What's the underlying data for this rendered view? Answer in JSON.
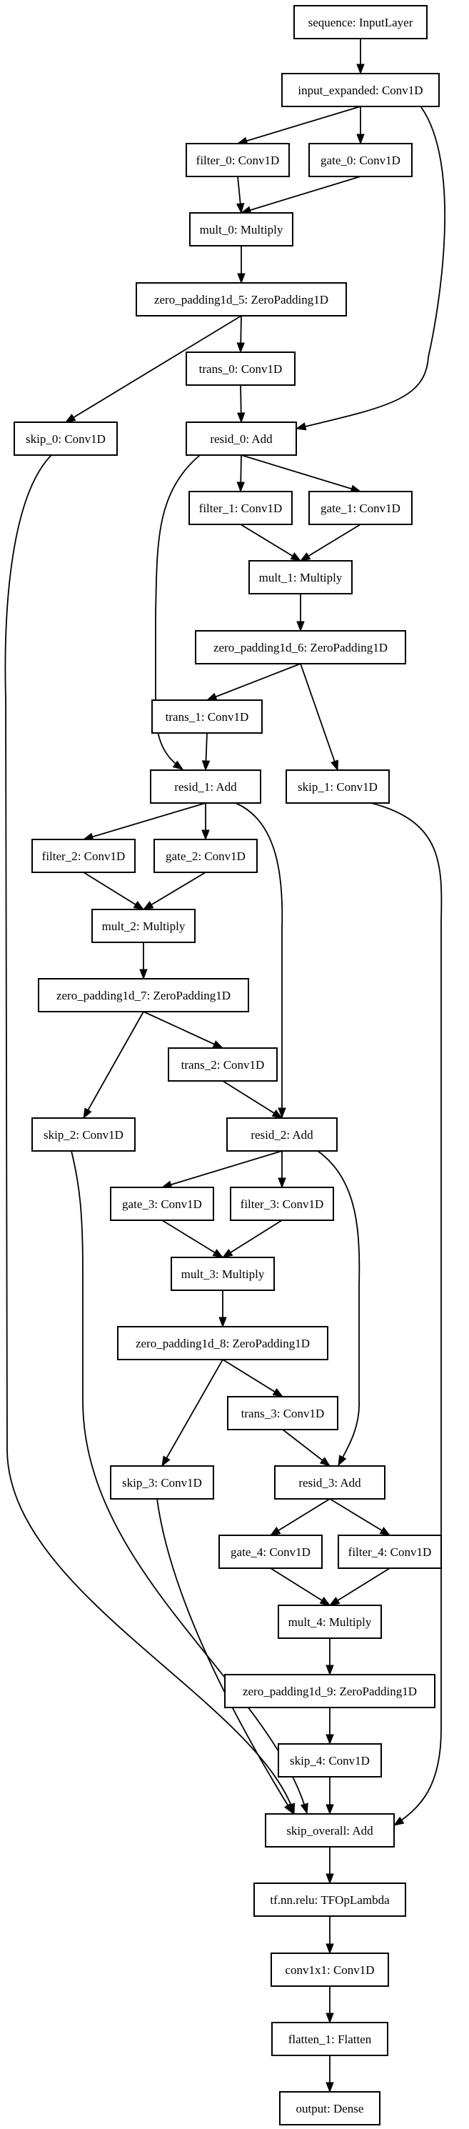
{
  "nodes": {
    "sequence": "sequence: InputLayer",
    "input_expanded": "input_expanded: Conv1D",
    "filter_0": "filter_0: Conv1D",
    "gate_0": "gate_0: Conv1D",
    "mult_0": "mult_0: Multiply",
    "zp5": "zero_padding1d_5: ZeroPadding1D",
    "trans_0": "trans_0: Conv1D",
    "skip_0": "skip_0: Conv1D",
    "resid_0": "resid_0: Add",
    "filter_1": "filter_1: Conv1D",
    "gate_1": "gate_1: Conv1D",
    "mult_1": "mult_1: Multiply",
    "zp6": "zero_padding1d_6: ZeroPadding1D",
    "trans_1": "trans_1: Conv1D",
    "resid_1": "resid_1: Add",
    "skip_1": "skip_1: Conv1D",
    "filter_2": "filter_2: Conv1D",
    "gate_2": "gate_2: Conv1D",
    "mult_2": "mult_2: Multiply",
    "zp7": "zero_padding1d_7: ZeroPadding1D",
    "trans_2": "trans_2: Conv1D",
    "skip_2": "skip_2: Conv1D",
    "resid_2": "resid_2: Add",
    "gate_3": "gate_3: Conv1D",
    "filter_3": "filter_3: Conv1D",
    "mult_3": "mult_3: Multiply",
    "zp8": "zero_padding1d_8: ZeroPadding1D",
    "trans_3": "trans_3: Conv1D",
    "skip_3": "skip_3: Conv1D",
    "resid_3": "resid_3: Add",
    "gate_4": "gate_4: Conv1D",
    "filter_4": "filter_4: Conv1D",
    "mult_4": "mult_4: Multiply",
    "zp9": "zero_padding1d_9: ZeroPadding1D",
    "skip_4": "skip_4: Conv1D",
    "skip_overall": "skip_overall: Add",
    "relu": "tf.nn.relu: TFOpLambda",
    "conv1x1": "conv1x1: Conv1D",
    "flatten_1": "flatten_1: Flatten",
    "output": "output: Dense"
  },
  "edges": [
    [
      "sequence",
      "input_expanded"
    ],
    [
      "input_expanded",
      "filter_0"
    ],
    [
      "input_expanded",
      "gate_0"
    ],
    [
      "input_expanded",
      "resid_0"
    ],
    [
      "filter_0",
      "mult_0"
    ],
    [
      "gate_0",
      "mult_0"
    ],
    [
      "mult_0",
      "zp5"
    ],
    [
      "zp5",
      "trans_0"
    ],
    [
      "zp5",
      "skip_0"
    ],
    [
      "trans_0",
      "resid_0"
    ],
    [
      "skip_0",
      "skip_overall"
    ],
    [
      "resid_0",
      "filter_1"
    ],
    [
      "resid_0",
      "gate_1"
    ],
    [
      "resid_0",
      "resid_1"
    ],
    [
      "filter_1",
      "mult_1"
    ],
    [
      "gate_1",
      "mult_1"
    ],
    [
      "mult_1",
      "zp6"
    ],
    [
      "zp6",
      "trans_1"
    ],
    [
      "zp6",
      "skip_1"
    ],
    [
      "trans_1",
      "resid_1"
    ],
    [
      "skip_1",
      "skip_overall"
    ],
    [
      "resid_1",
      "filter_2"
    ],
    [
      "resid_1",
      "gate_2"
    ],
    [
      "resid_1",
      "resid_2"
    ],
    [
      "filter_2",
      "mult_2"
    ],
    [
      "gate_2",
      "mult_2"
    ],
    [
      "mult_2",
      "zp7"
    ],
    [
      "zp7",
      "trans_2"
    ],
    [
      "zp7",
      "skip_2"
    ],
    [
      "trans_2",
      "resid_2"
    ],
    [
      "skip_2",
      "skip_overall"
    ],
    [
      "resid_2",
      "gate_3"
    ],
    [
      "resid_2",
      "filter_3"
    ],
    [
      "resid_2",
      "resid_3"
    ],
    [
      "gate_3",
      "mult_3"
    ],
    [
      "filter_3",
      "mult_3"
    ],
    [
      "mult_3",
      "zp8"
    ],
    [
      "zp8",
      "trans_3"
    ],
    [
      "zp8",
      "skip_3"
    ],
    [
      "trans_3",
      "resid_3"
    ],
    [
      "skip_3",
      "skip_overall"
    ],
    [
      "resid_3",
      "gate_4"
    ],
    [
      "resid_3",
      "filter_4"
    ],
    [
      "gate_4",
      "mult_4"
    ],
    [
      "filter_4",
      "mult_4"
    ],
    [
      "mult_4",
      "zp9"
    ],
    [
      "zp9",
      "skip_4"
    ],
    [
      "skip_4",
      "skip_overall"
    ],
    [
      "skip_overall",
      "relu"
    ],
    [
      "relu",
      "conv1x1"
    ],
    [
      "conv1x1",
      "flatten_1"
    ],
    [
      "flatten_1",
      "output"
    ]
  ]
}
